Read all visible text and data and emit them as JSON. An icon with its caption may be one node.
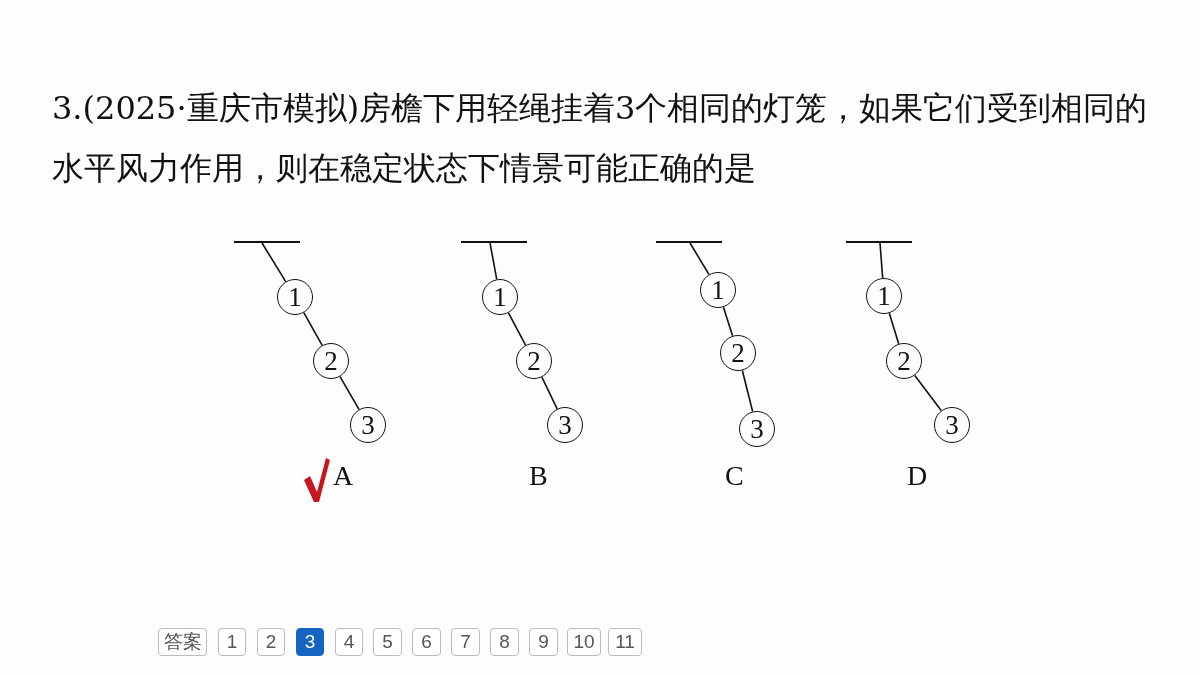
{
  "diagram": {
    "title": "3.(2025·重庆市模拟)房檐下用轻绳挂着3个相同的灯笼，如果它们受到相同的水平风力作用，则在稳定状态下情景可能正确的是",
    "nodes": [
      {
        "text": [],
        "shape": "bar"
      },
      {
        "text": [
          "1"
        ]
      },
      {
        "text": [
          "2"
        ]
      },
      {
        "text": [
          "3"
        ]
      },
      {
        "text": [],
        "shape": "bar"
      },
      {
        "text": [
          "1"
        ]
      },
      {
        "text": [
          "2"
        ]
      },
      {
        "text": [
          "3"
        ]
      },
      {
        "text": [],
        "shape": "bar"
      },
      {
        "text": [
          "1"
        ]
      },
      {
        "text": [
          "2"
        ]
      },
      {
        "text": [
          "3"
        ]
      },
      {
        "text": [],
        "shape": "bar"
      },
      {
        "text": [
          "1"
        ]
      },
      {
        "text": [
          "2"
        ]
      },
      {
        "text": [
          "3"
        ]
      }
    ],
    "edges": [
      {
        "from": 0,
        "to": 1,
        "arrow": "none"
      },
      {
        "from": 1,
        "to": 2,
        "arrow": "none"
      },
      {
        "from": 2,
        "to": 3,
        "arrow": "none"
      },
      {
        "from": 4,
        "to": 5,
        "arrow": "none"
      },
      {
        "from": 5,
        "to": 6,
        "arrow": "none"
      },
      {
        "from": 6,
        "to": 7,
        "arrow": "none"
      },
      {
        "from": 8,
        "to": 9,
        "arrow": "none"
      },
      {
        "from": 9,
        "to": 10,
        "arrow": "none"
      },
      {
        "from": 10,
        "to": 11,
        "arrow": "none"
      },
      {
        "from": 12,
        "to": 13,
        "arrow": "none"
      },
      {
        "from": 13,
        "to": 14,
        "arrow": "none"
      },
      {
        "from": 14,
        "to": 15,
        "arrow": "none"
      }
    ],
    "labels": [
      "A",
      "B",
      "C",
      "D",
      "答案",
      "1",
      "2",
      "3",
      "4",
      "5",
      "6",
      "7",
      "8",
      "9",
      "10",
      "11"
    ]
  }
}
